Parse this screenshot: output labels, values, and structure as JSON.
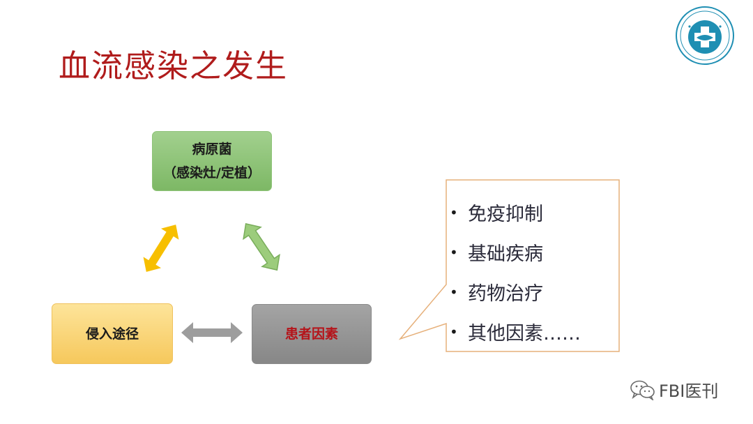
{
  "slide": {
    "title": "血流感染之发生"
  },
  "diagram": {
    "nodes": {
      "pathogen": {
        "line1": "病原菌",
        "line2": "（感染灶/定植）"
      },
      "route": {
        "label": "侵入途径"
      },
      "patient": {
        "label": "患者因素"
      }
    },
    "arrows": {
      "pathogen_route_color": "#f7bf00",
      "pathogen_patient_color": "#9ccc7c",
      "route_patient_color": "#9d9d9d"
    }
  },
  "callout": {
    "bullet": "•",
    "items": [
      "免疫抑制",
      "基础疾病",
      "药物治疗",
      "其他因素……"
    ],
    "border_color": "#e6b07a"
  },
  "watermark": {
    "label": "FBI医刊"
  },
  "colors": {
    "title": "#b01c1c",
    "pathogen_box": "#8ec378",
    "route_box": "#f6c85c",
    "patient_box": "#8a8a8a",
    "patient_text": "#b5141a",
    "logo": "#1f8fb3"
  }
}
